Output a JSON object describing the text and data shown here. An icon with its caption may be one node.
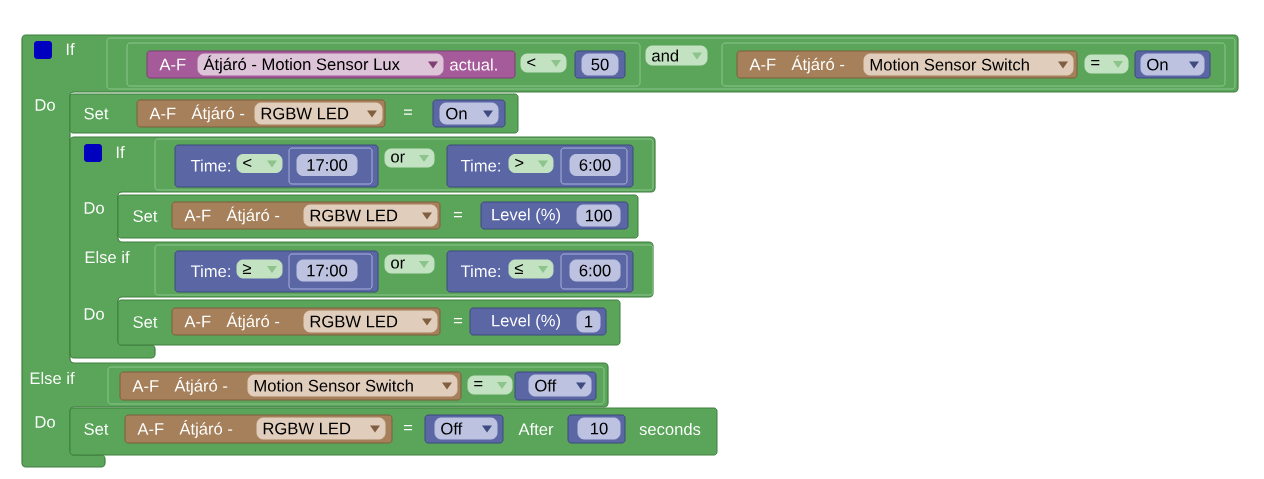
{
  "diagram": {
    "nodes": [
      {
        "text": [
          "If",
          "Do",
          "Else if",
          "Do"
        ]
      },
      {
        "text": [],
        "shape": "box",
        "in": 0
      },
      {
        "text": [],
        "shape": "box",
        "in": 1
      },
      {
        "text": [
          "A-F",
          "actual."
        ],
        "in": 2
      },
      {
        "text": [
          "Átjáró - Motion Sensor Lux"
        ],
        "in": 3
      },
      {
        "text": [
          "<"
        ],
        "in": 2
      },
      {
        "text": [],
        "shape": "box",
        "in": 2
      },
      {
        "text": [
          "50"
        ],
        "in": 6
      },
      {
        "text": [
          "and"
        ],
        "in": 1
      },
      {
        "text": [],
        "shape": "box",
        "in": 1
      },
      {
        "text": [
          "A-F",
          "Átjáró -"
        ],
        "in": 9
      },
      {
        "text": [
          "Motion Sensor Switch"
        ],
        "in": 10
      },
      {
        "text": [
          "="
        ],
        "in": 9
      },
      {
        "text": [],
        "shape": "box",
        "in": 9
      },
      {
        "text": [
          "On"
        ],
        "in": 13
      },
      {
        "text": [
          "Set",
          "="
        ],
        "in": 0
      },
      {
        "text": [
          "A-F",
          "Átjáró -"
        ],
        "in": 15
      },
      {
        "text": [
          "RGBW LED"
        ],
        "in": 16
      },
      {
        "text": [],
        "shape": "box",
        "in": 15
      },
      {
        "text": [
          "On"
        ],
        "in": 18
      },
      {
        "text": [
          "If",
          "Do",
          "Else if",
          "Do"
        ],
        "in": 0
      },
      {
        "text": [],
        "shape": "box",
        "in": 20
      },
      {
        "text": [
          "Time:"
        ],
        "in": 21
      },
      {
        "text": [
          "<"
        ],
        "in": 22
      },
      {
        "text": [],
        "shape": "box",
        "in": 22
      },
      {
        "text": [
          "17:00"
        ],
        "in": 24
      },
      {
        "text": [
          "or"
        ],
        "in": 21
      },
      {
        "text": [
          "Time:"
        ],
        "in": 21
      },
      {
        "text": [
          ">"
        ],
        "in": 27
      },
      {
        "text": [],
        "shape": "box",
        "in": 27
      },
      {
        "text": [
          "6:00"
        ],
        "in": 29
      },
      {
        "text": [
          "Set",
          "="
        ],
        "in": 20
      },
      {
        "text": [
          "A-F",
          "Átjáró -"
        ],
        "in": 31
      },
      {
        "text": [
          "RGBW LED"
        ],
        "in": 32
      },
      {
        "text": [
          "Level (%)"
        ],
        "in": 31
      },
      {
        "text": [
          "100"
        ],
        "in": 34
      },
      {
        "text": [],
        "shape": "box",
        "in": 20
      },
      {
        "text": [
          "Time:"
        ],
        "in": 36
      },
      {
        "text": [
          "≥"
        ],
        "in": 37
      },
      {
        "text": [],
        "shape": "box",
        "in": 37
      },
      {
        "text": [
          "17:00"
        ],
        "in": 39
      },
      {
        "text": [
          "or"
        ],
        "in": 36
      },
      {
        "text": [
          "Time:"
        ],
        "in": 36
      },
      {
        "text": [
          "≤"
        ],
        "in": 42
      },
      {
        "text": [],
        "shape": "box",
        "in": 42
      },
      {
        "text": [
          "6:00"
        ],
        "in": 44
      },
      {
        "text": [
          "Set",
          "="
        ],
        "in": 20
      },
      {
        "text": [
          "A-F",
          "Átjáró -"
        ],
        "in": 46
      },
      {
        "text": [
          "RGBW LED"
        ],
        "in": 47
      },
      {
        "text": [
          "Level (%)"
        ],
        "in": 46
      },
      {
        "text": [
          "1"
        ],
        "in": 49
      },
      {
        "text": [],
        "shape": "box",
        "in": 0
      },
      {
        "text": [
          "A-F",
          "Átjáró -"
        ],
        "in": 51
      },
      {
        "text": [
          "Motion Sensor Switch"
        ],
        "in": 52
      },
      {
        "text": [
          "="
        ],
        "in": 51
      },
      {
        "text": [],
        "shape": "box",
        "in": 51
      },
      {
        "text": [
          "Off"
        ],
        "in": 55
      },
      {
        "text": [
          "Set",
          "=",
          "After",
          "seconds"
        ],
        "in": 0
      },
      {
        "text": [
          "A-F",
          "Átjáró -"
        ],
        "in": 57
      },
      {
        "text": [
          "RGBW LED"
        ],
        "in": 58
      },
      {
        "text": [],
        "shape": "box",
        "in": 57
      },
      {
        "text": [
          "Off"
        ],
        "in": 60
      },
      {
        "text": [],
        "shape": "box",
        "in": 57
      },
      {
        "text": [
          "10"
        ],
        "in": 62
      }
    ]
  }
}
